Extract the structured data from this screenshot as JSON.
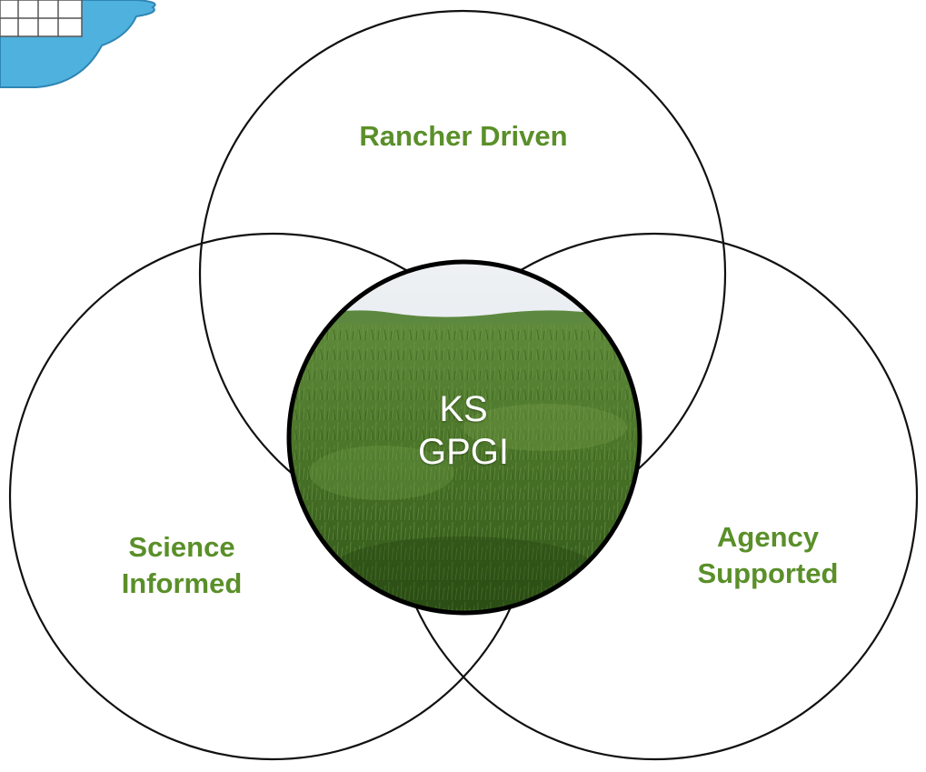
{
  "diagram": {
    "circles": [
      {
        "name": "top",
        "label_lines": [
          "Rancher Driven"
        ]
      },
      {
        "name": "left",
        "label_lines": [
          "Science",
          "Informed"
        ]
      },
      {
        "name": "right",
        "label_lines": [
          "Agency",
          "Supported"
        ]
      }
    ],
    "center": {
      "label_lines": [
        "KS",
        "GPGI"
      ]
    },
    "colors": {
      "label": "#5a8f29",
      "circle_stroke": "#111111",
      "center_label": "#ffffff",
      "sky": "#dfe5ea",
      "hills": "#4f7b2f",
      "grass": "#3f6a22",
      "cloud": "#4fb1de"
    }
  }
}
